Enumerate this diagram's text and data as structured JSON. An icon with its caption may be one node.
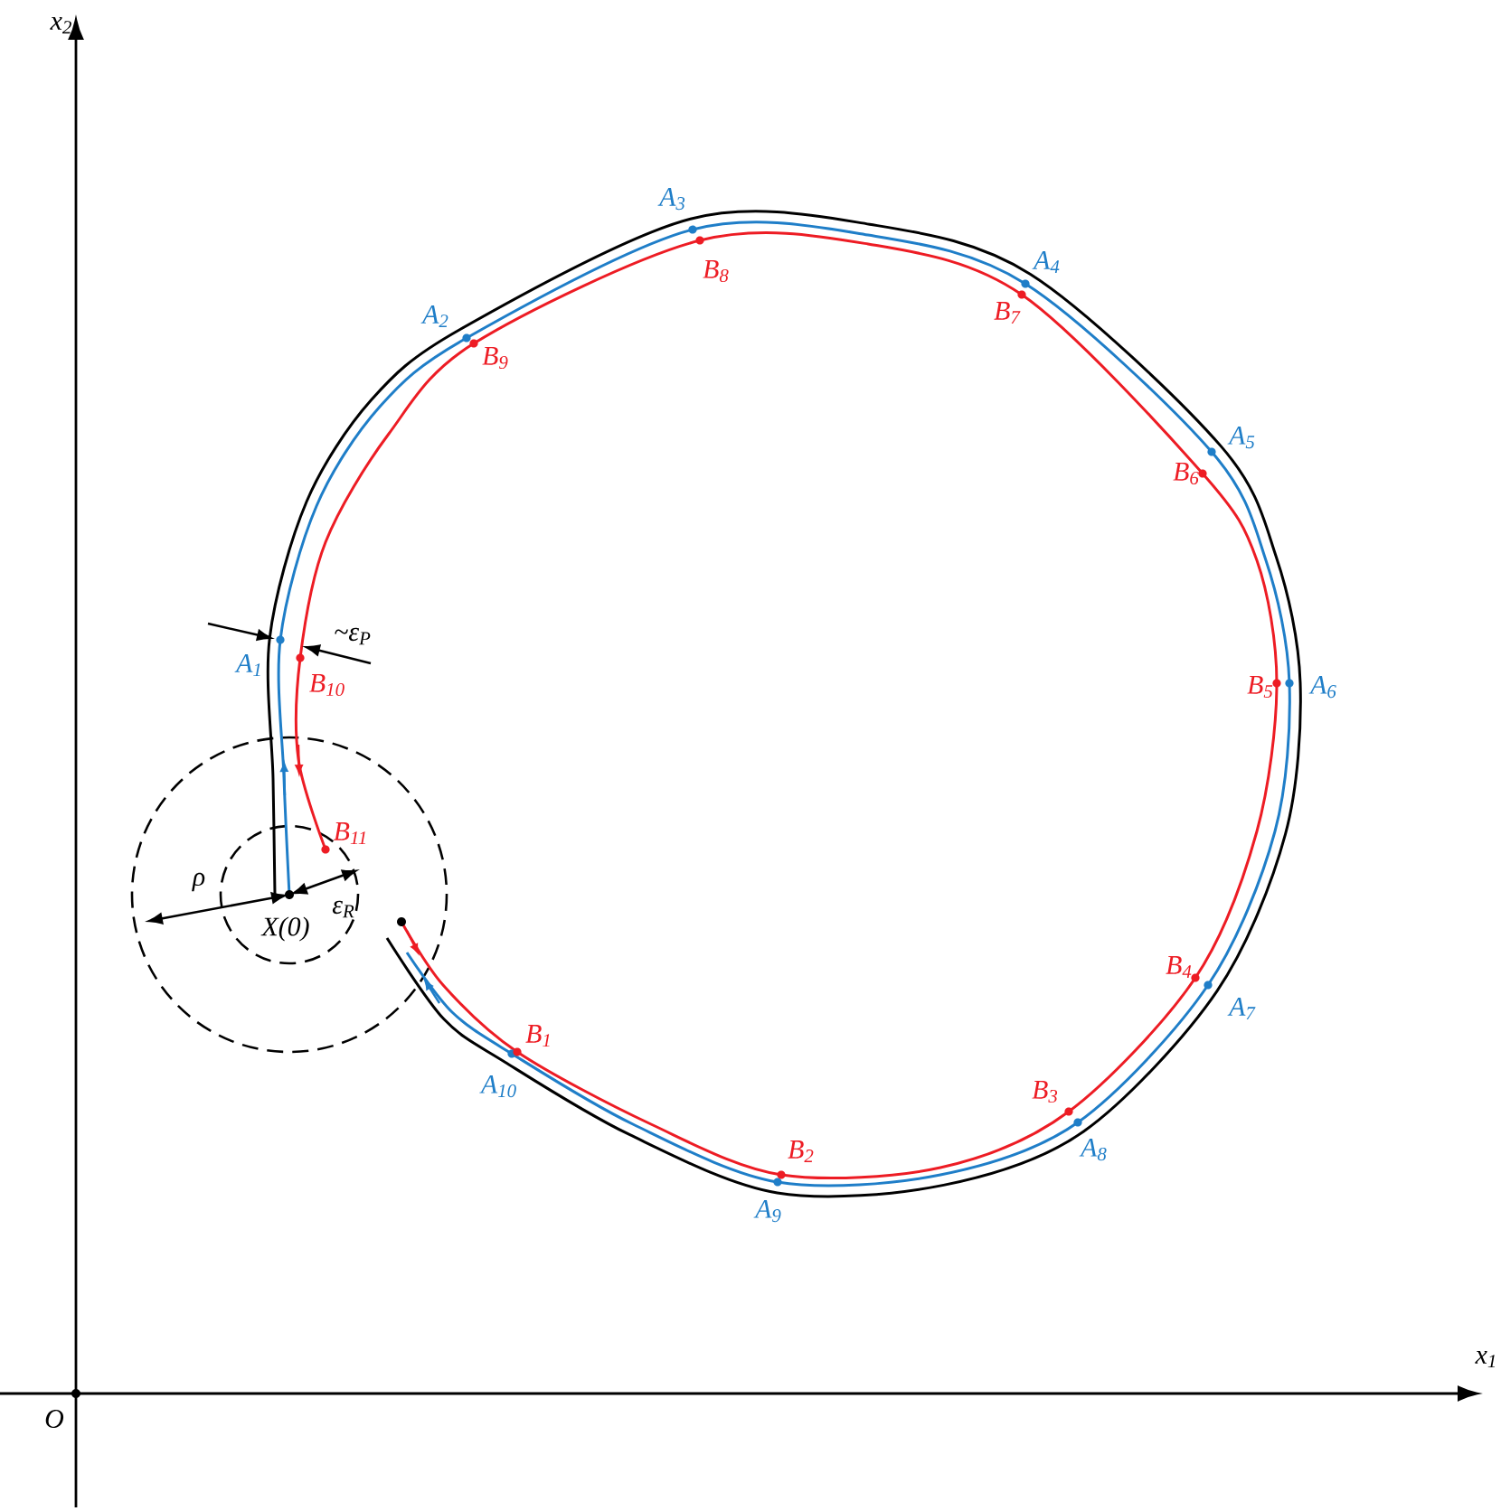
{
  "diagram": {
    "labels": [
      "x$_{2}$",
      "A$_{3}$",
      "A$_{4}$",
      "B$_{8}$",
      "A$_{2}$",
      "B$_{7}$",
      "B$_{9}$",
      "A$_{5}$",
      "B$_{6}$",
      "~ε$_{P}$",
      "A$_{1}$",
      "B$_{10}$",
      "B$_{5}$",
      "A$_{6}$",
      "B$_{11}$",
      "ρ",
      "X(0)",
      "ε$_{R}$",
      "B$_{4}$",
      "A$_{7}$",
      "B$_{1}$",
      "B$_{3}$",
      "A$_{10}$",
      "A$_{8}$",
      "B$_{2}$",
      "A$_{9}$",
      "x$_{1}$",
      "O"
    ]
  }
}
